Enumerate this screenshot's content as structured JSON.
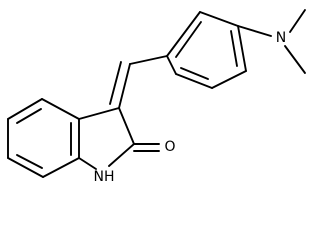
{
  "structure": {
    "atoms": {
      "n_dimethylamino": "N",
      "o_carbonyl": "O",
      "nh_ring": "NH"
    }
  }
}
